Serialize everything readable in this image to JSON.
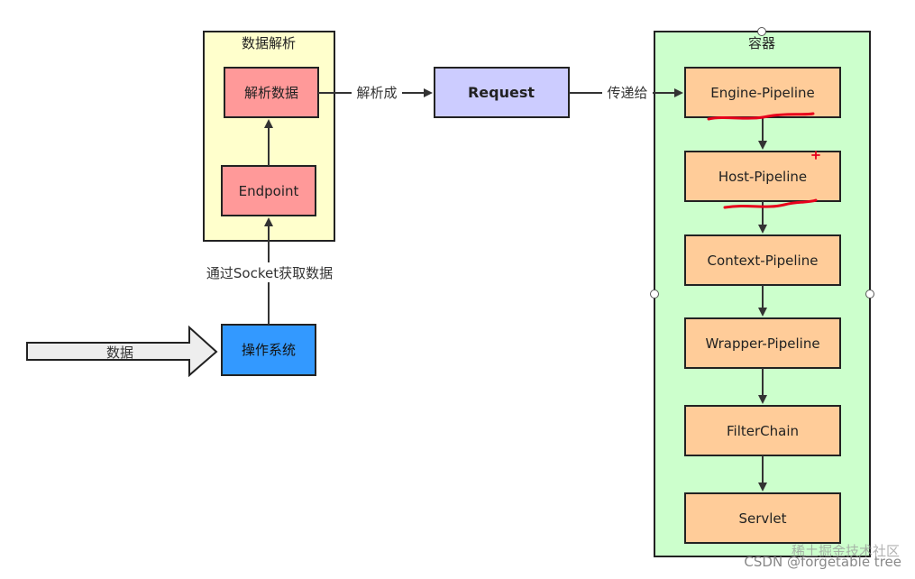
{
  "diagram": {
    "groups": {
      "parse": {
        "title": "数据解析",
        "fill": "#ffffcc"
      },
      "container": {
        "title": "容器",
        "fill": "#ccffcc"
      }
    },
    "nodes": {
      "parse_data": {
        "label": "解析数据",
        "fill": "#ff9999"
      },
      "endpoint": {
        "label": "Endpoint",
        "fill": "#ff9999"
      },
      "os": {
        "label": "操作系统",
        "fill": "#3399ff"
      },
      "request": {
        "label": "Request",
        "fill": "#ccccff"
      },
      "engine": {
        "label": "Engine-Pipeline",
        "fill": "#ffcc99"
      },
      "host": {
        "label": "Host-Pipeline",
        "fill": "#ffcc99"
      },
      "context": {
        "label": "Context-Pipeline",
        "fill": "#ffcc99"
      },
      "wrapper": {
        "label": "Wrapper-Pipeline",
        "fill": "#ffcc99"
      },
      "filterchain": {
        "label": "FilterChain",
        "fill": "#ffcc99"
      },
      "servlet": {
        "label": "Servlet",
        "fill": "#ffcc99"
      }
    },
    "edge_labels": {
      "parse_to": "解析成",
      "pass_to": "传递给",
      "socket": "通过Socket获取数据"
    },
    "input_arrow": {
      "label": "数据"
    },
    "annotation_color": "#e8001c"
  },
  "watermark": "CSDN @forgetable tree",
  "watermark_overlay": "稀土掘金技术社区"
}
